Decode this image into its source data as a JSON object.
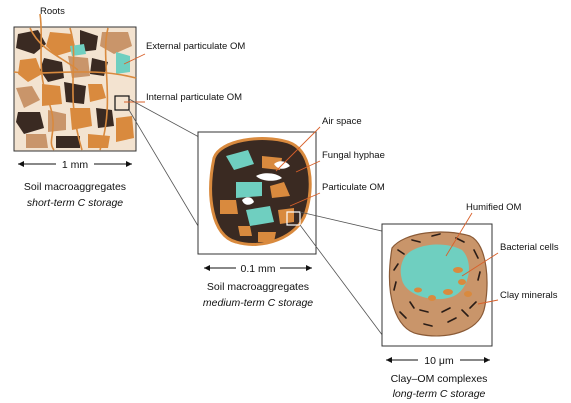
{
  "colors": {
    "dark": "#3a2a22",
    "orange": "#d98a3e",
    "tan": "#c9956a",
    "teal": "#6fcfc0",
    "leader": "#d8602a"
  },
  "panel1": {
    "roots_label": "Roots",
    "callouts": [
      "External particulate OM",
      "Internal particulate OM"
    ],
    "scale": "1 mm",
    "title": "Soil macroaggregates",
    "subtitle": "short-term C storage"
  },
  "panel2": {
    "callouts": [
      "Air space",
      "Fungal hyphae",
      "Particulate OM"
    ],
    "scale": "0.1 mm",
    "title": "Soil macroaggregates",
    "subtitle": "medium-term C storage"
  },
  "panel3": {
    "callouts": [
      "Humified OM",
      "Bacterial cells",
      "Clay minerals"
    ],
    "scale": "10 μm",
    "title": "Clay–OM complexes",
    "subtitle": "long-term C storage"
  }
}
